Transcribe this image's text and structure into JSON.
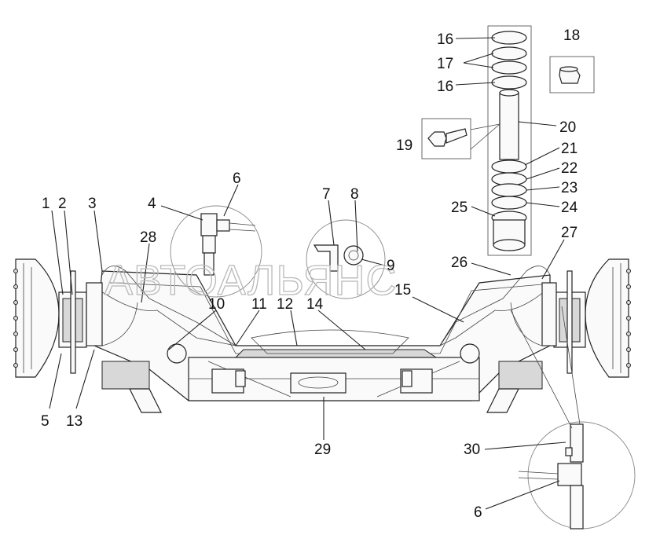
{
  "watermark": "АВТОАЛЬЯНС",
  "callouts": [
    "1",
    "2",
    "3",
    "4",
    "6",
    "28",
    "7",
    "8",
    "9",
    "26",
    "10",
    "11",
    "12",
    "14",
    "15",
    "27",
    "5",
    "13",
    "29",
    "30",
    "6",
    "16",
    "17",
    "16",
    "18",
    "19",
    "20",
    "21",
    "22",
    "23",
    "24",
    "25"
  ]
}
